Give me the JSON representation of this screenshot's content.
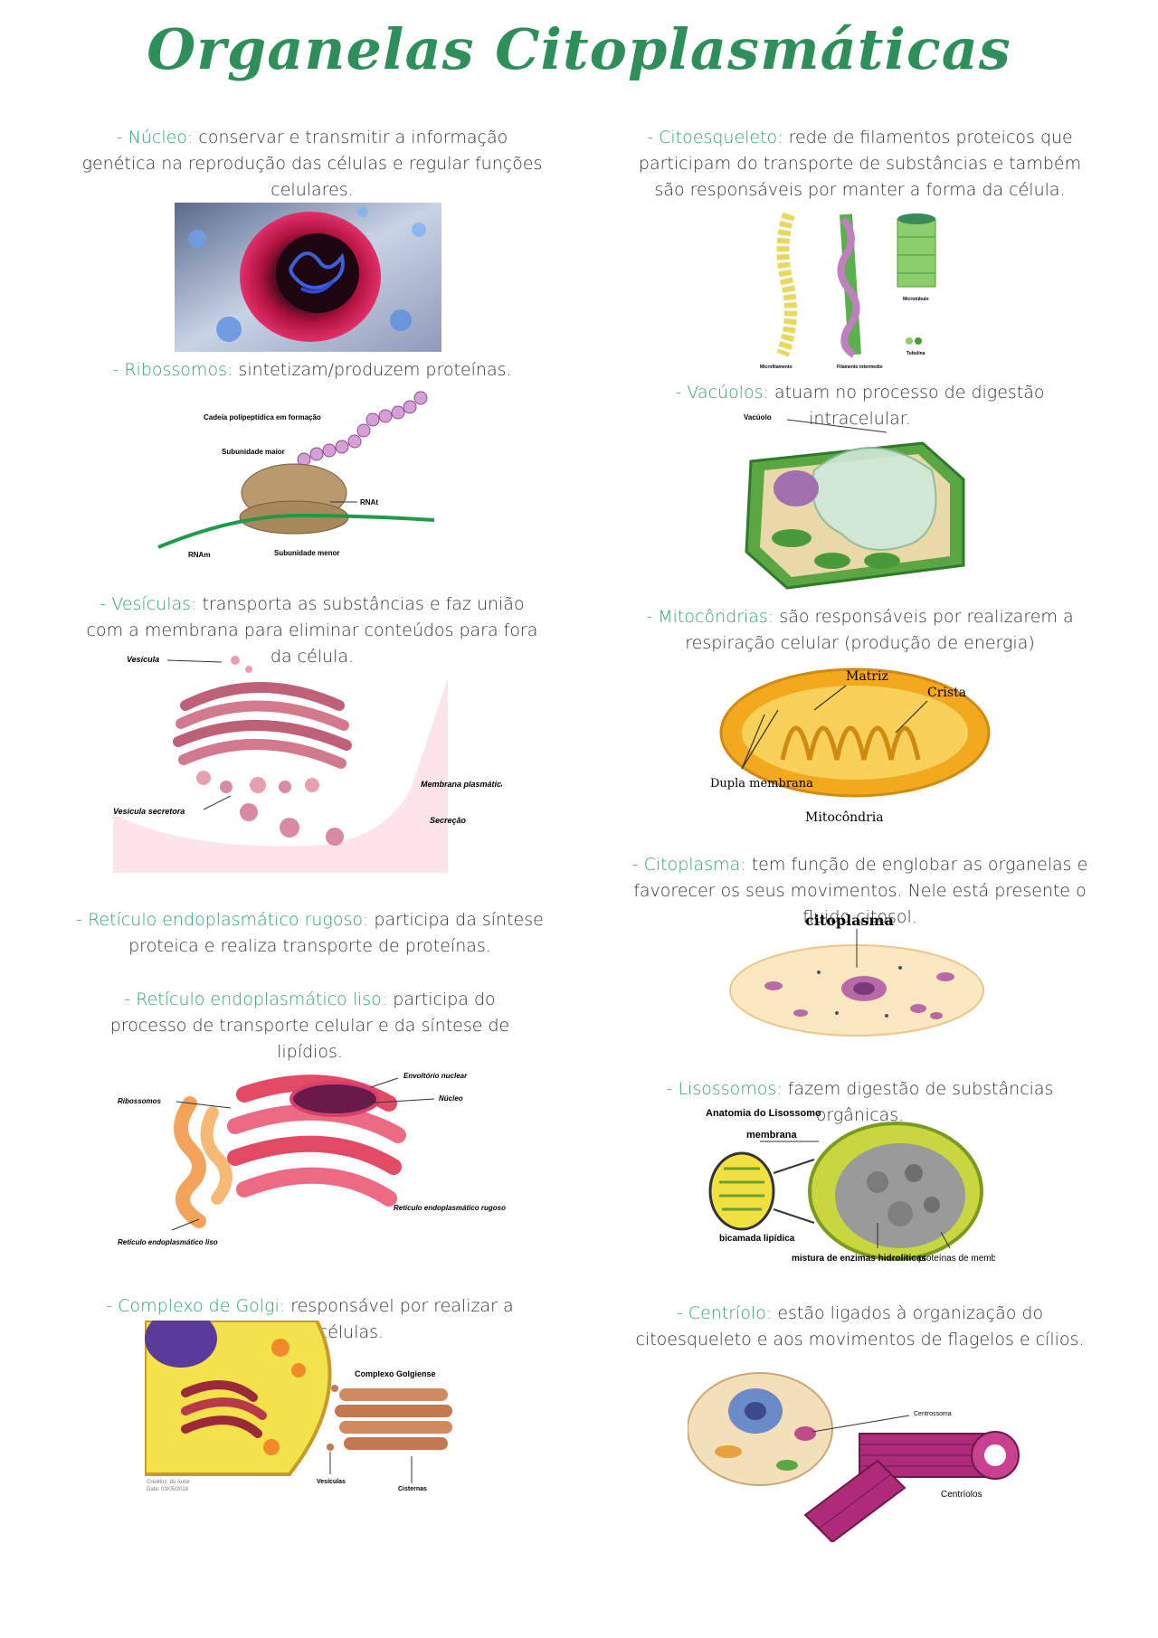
{
  "page": {
    "title": "Organelas Citoplasmáticas"
  },
  "sections": {
    "nucleo": {
      "term": "Núcleo",
      "text": "conservar e transmitir a informação genética na reprodução das células e regular funções celulares."
    },
    "ribossomos": {
      "term": "Ribossomos",
      "text": "sintetizam/produzem proteínas."
    },
    "vesiculas": {
      "term": "Vesículas",
      "text": "transporta as substâncias e faz união com a membrana para eliminar conteúdos para fora da célula."
    },
    "rer": {
      "term": "Retículo endoplasmático rugoso",
      "text": "participa da síntese proteica e realiza transporte de proteínas."
    },
    "rel": {
      "term": "Retículo endoplasmático liso",
      "text": "participa do processo de transporte celular e da síntese de lipídios."
    },
    "golgi": {
      "term": "Complexo de Golgi",
      "text": "responsável por realizar a secreção células."
    },
    "citoesqueleto": {
      "term": "Citoesqueleto",
      "text": "rede de filamentos proteicos que participam do transporte de substâncias e também são responsáveis por manter a forma da célula."
    },
    "vacuolos": {
      "term": "Vacúolos",
      "text": "atuam no processo de digestão intracelular."
    },
    "mitocondrias": {
      "term": "Mitocôndrias",
      "text": "são responsáveis por realizarem a respiração celular (produção de energia)"
    },
    "citoplasma": {
      "term": "Citoplasma",
      "text": "tem função de englobar as organelas e favorecer os seus movimentos. Nele está presente o fluido citosol."
    },
    "lisossomos": {
      "term": "Lisossomos",
      "text": "fazem digestão de substâncias orgânicas."
    },
    "centriolo": {
      "term": "Centríolo",
      "text": "estão ligados à organização do citoesqueleto e aos movimentos de flagelos e cílios."
    }
  },
  "figures": {
    "ribossomo": {
      "cadeia": "Cadeia polipeptídica em formação",
      "maior": "Subunidade maior",
      "rnat": "RNAt",
      "rnam": "RNAm",
      "menor": "Subunidade menor"
    },
    "vesicula": {
      "vesicula": "Vesícula",
      "membrana": "Membrana plasmática",
      "secretora": "Vesícula secretora",
      "secrecao": "Secreção"
    },
    "reticulo": {
      "envoltorio": "Envoltório nuclear",
      "nucleo": "Núcleo",
      "ribossomos": "Ribossomos",
      "rugoso": "Retículo endoplasmático rugoso",
      "liso": "Retículo endoplasmático liso"
    },
    "golgi": {
      "complexo": "Complexo Golgiense",
      "vesiculas": "Vesículas",
      "cisternas": "Cisternas",
      "creditos": "Créditos: do Autor",
      "data": "Data: 03/05/2018"
    },
    "citoesqueleto": {
      "microfilamento": "Microfilamento",
      "intermedio": "Filamento intermedio",
      "microtubulo": "Microtúbulo",
      "tubulina": "Tubulina"
    },
    "vacuolo": {
      "label": "Vacúolo"
    },
    "mitocondria": {
      "matriz": "Matriz",
      "crista": "Crista",
      "dupla": "Dupla membrana",
      "nome": "Mitocôndria"
    },
    "citoplasma": {
      "label": "citoplasma"
    },
    "lisossomo": {
      "anatomia": "Anatomia do Lisossomo",
      "membrana": "membrana",
      "bicamada": "bicamada lipídica",
      "mistura": "mistura de enzimas hidrolíticas",
      "proteinas": "proteínas de membrana"
    },
    "centriolo": {
      "centrossoma": "Centrossoma",
      "centriolos": "Centríolos"
    }
  }
}
